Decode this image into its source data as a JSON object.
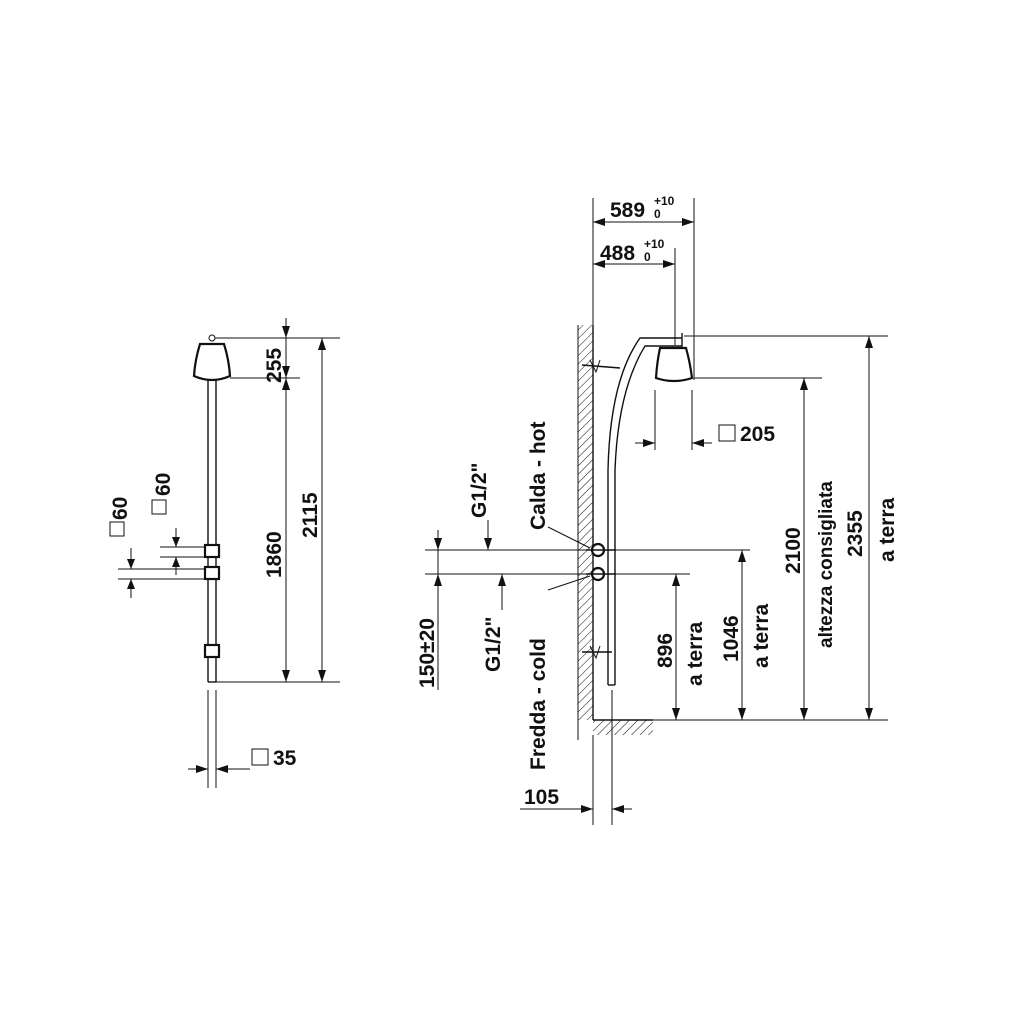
{
  "left_view": {
    "dim_top": "255",
    "dim_mid": "1860",
    "dim_total": "2115",
    "dim_sq_a": "60",
    "dim_sq_b": "60",
    "dim_pipe": "35"
  },
  "right_view": {
    "dim_589": "589",
    "dim_589_tol_top": "+10",
    "dim_589_tol_bottom": "0",
    "dim_488": "488",
    "dim_488_tol_top": "+10",
    "dim_488_tol_bottom": "0",
    "dim_head": "205",
    "label_hot": "Calda - hot",
    "label_cold": "Fredda - cold",
    "thread_hot": "G1/2\"",
    "thread_cold": "G1/2\"",
    "dim_inlet_spacing": "150±20",
    "dim_896": "896",
    "dim_1046": "1046",
    "a_terra_1": "a terra",
    "a_terra_2": "a terra",
    "dim_2100": "2100",
    "label_recommended": "altezza consigliata",
    "dim_2355": "2355",
    "a_terra_3": "a terra",
    "dim_wall": "105"
  }
}
